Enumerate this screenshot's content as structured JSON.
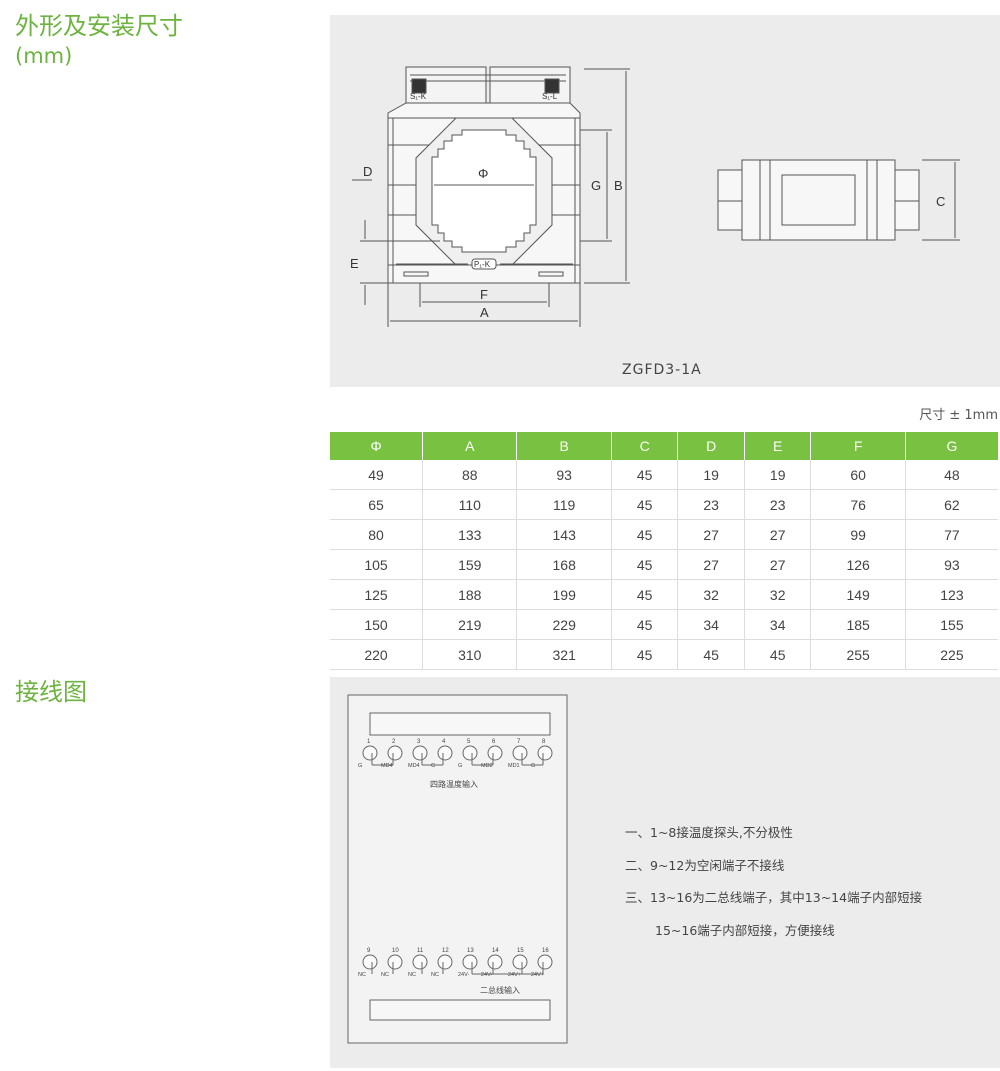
{
  "section1": {
    "title": "外形及安装尺寸",
    "unit": "(mm)"
  },
  "drawing": {
    "model": "ZGFD3-1A",
    "labels": {
      "phi": "Φ",
      "a": "A",
      "b": "B",
      "c": "C",
      "d": "D",
      "e": "E",
      "f": "F",
      "g": "G",
      "s1k": "S₁-K",
      "s1l": "S₁-L",
      "p1k": "P₁-K"
    }
  },
  "table": {
    "tolerance": "尺寸 ± 1mm",
    "headers": [
      "Φ",
      "A",
      "B",
      "C",
      "D",
      "E",
      "F",
      "G"
    ],
    "rows": [
      [
        "49",
        "88",
        "93",
        "45",
        "19",
        "19",
        "60",
        "48"
      ],
      [
        "65",
        "110",
        "119",
        "45",
        "23",
        "23",
        "76",
        "62"
      ],
      [
        "80",
        "133",
        "143",
        "45",
        "27",
        "27",
        "99",
        "77"
      ],
      [
        "105",
        "159",
        "168",
        "45",
        "27",
        "27",
        "126",
        "93"
      ],
      [
        "125",
        "188",
        "199",
        "45",
        "32",
        "32",
        "149",
        "123"
      ],
      [
        "150",
        "219",
        "229",
        "45",
        "34",
        "34",
        "185",
        "155"
      ],
      [
        "220",
        "310",
        "321",
        "45",
        "45",
        "45",
        "255",
        "225"
      ]
    ]
  },
  "section2": {
    "title": "接线图"
  },
  "wiring": {
    "top_numbers": [
      "1",
      "2",
      "3",
      "4",
      "5",
      "6",
      "7",
      "8"
    ],
    "top_labels": [
      "G",
      "MD4",
      "MD4",
      "G",
      "G",
      "MD2",
      "MD1",
      "G"
    ],
    "top_caption": "四路温度输入",
    "bottom_numbers": [
      "9",
      "10",
      "11",
      "12",
      "13",
      "14",
      "15",
      "16"
    ],
    "bottom_labels": [
      "NC",
      "NC",
      "NC",
      "NC",
      "24V-",
      "24V-",
      "24V+",
      "24V+"
    ],
    "bottom_caption": "二总线输入",
    "notes": [
      "一、1~8接温度探头,不分极性",
      "二、9~12为空闲端子不接线",
      "三、13~16为二总线端子，其中13~14端子内部短接",
      "15~16端子内部短接，方便接线"
    ]
  }
}
